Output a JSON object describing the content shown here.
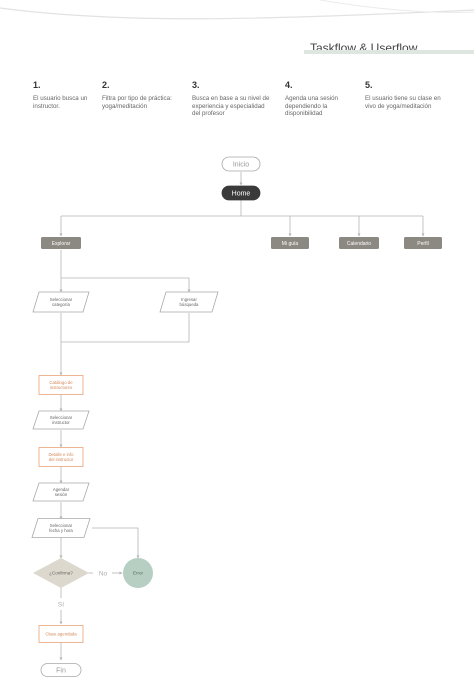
{
  "header": {
    "title": "Taskflow & Userflow"
  },
  "steps": [
    {
      "num": "1.",
      "text": "El usuario busca un instructor."
    },
    {
      "num": "2.",
      "text": "Filtra por tipo de práctica: yoga/meditación"
    },
    {
      "num": "3.",
      "text": "Busca en base a su nivel de experiencia y especialidad del profesor"
    },
    {
      "num": "4.",
      "text": "Agenda una sesión dependiendo la disponibilidad"
    },
    {
      "num": "5.",
      "text": "El usuario tiene su clase en vivo de yoga/meditación"
    }
  ],
  "flow": {
    "inicio": "Inicio",
    "home": "Home",
    "explorar": "Explorar",
    "mi_guia": "Mi guía",
    "calendario": "Calendario",
    "perfil": "Perfil",
    "seleccionar_categoria": [
      "Seleccionar",
      "categoría"
    ],
    "ingresar_busqueda": [
      "Ingresar",
      "búsqueda"
    ],
    "catalogo": [
      "Catálogo de",
      "instructores"
    ],
    "seleccionar_instructor": [
      "Seleccionar",
      "instructor"
    ],
    "detalle_instructor": [
      "Detalle e info",
      "del instructor"
    ],
    "agendar_sesion": [
      "Agendar",
      "sesión"
    ],
    "seleccionar_fecha": [
      "Seleccionar",
      "fecha y hora"
    ],
    "confirma": "¿Confirma?",
    "no": "No",
    "error": "Error",
    "si": "Sí",
    "clase_agendada": "Clase agendada",
    "fin": "Fin"
  },
  "colors": {
    "dark": "#3a3a3a",
    "grey_button": "#8c8982",
    "orange_outline": "#e8a477",
    "teal_circle": "#b7cfc3",
    "diamond": "#ddd8ce",
    "line": "#b5b5b5",
    "title_bar": "#dde6e0"
  }
}
